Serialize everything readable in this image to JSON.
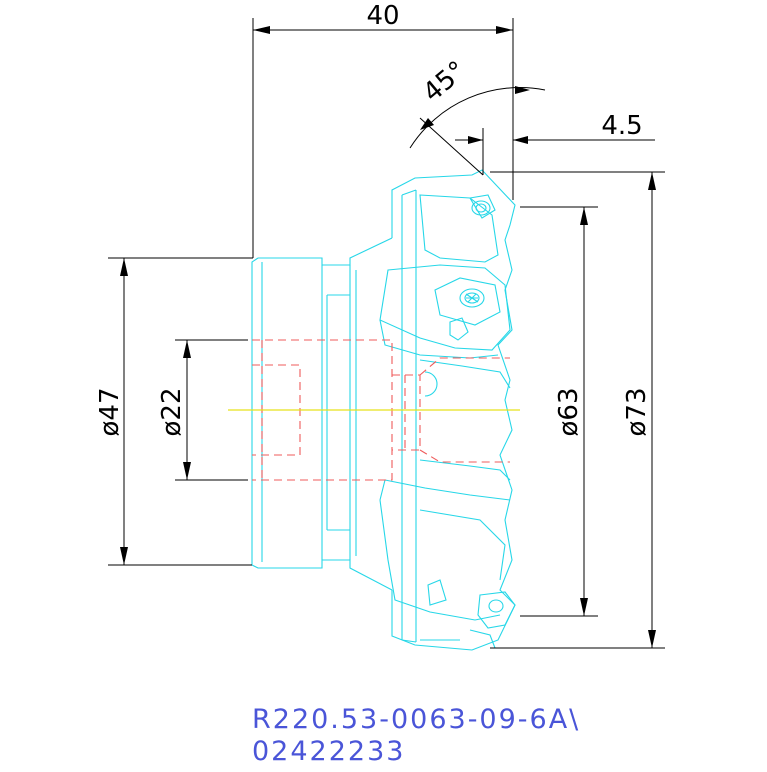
{
  "dimensions": {
    "width_40": "40",
    "angle_45": "45°",
    "offset_4_5": "4.5",
    "dia_47": "ø47",
    "dia_22": "ø22",
    "dia_63": "ø63",
    "dia_73": "ø73"
  },
  "part_number": {
    "line1": "R220.53-0063-09-6A\\",
    "line2": "02422233"
  },
  "colors": {
    "outline": "#27d7e8",
    "hidden_line": "#ef5b5b",
    "centerline": "#e6e21a",
    "dimension": "#000000",
    "part_number_text": "#4a55d8"
  }
}
